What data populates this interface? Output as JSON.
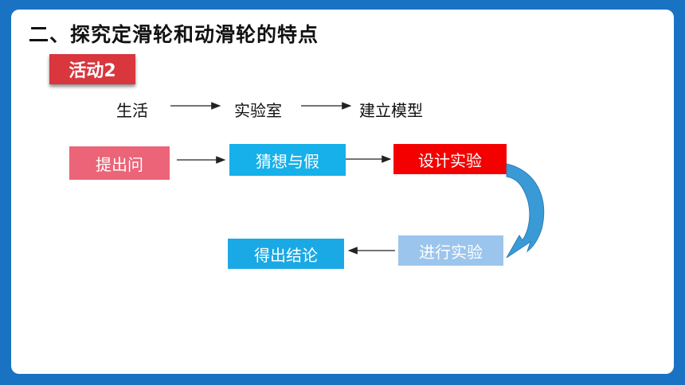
{
  "title": "二、探究定滑轮和动滑轮的特点",
  "badge": "活动2",
  "steps": [
    "生活",
    "实验室",
    "建立模型"
  ],
  "flow": {
    "box1": "提出问",
    "box2": "猜想与假",
    "box3": "设计实验",
    "box4": "进行实验",
    "box5": "得出结论"
  },
  "colors": {
    "background": "#1a73c2",
    "badge": "#d9363e",
    "box1": "#eb6478",
    "box2": "#16b0ea",
    "box3": "#f50000",
    "box4": "#9bc5ec",
    "box5": "#1aa9e5",
    "curved_arrow": "#3a9ad6"
  }
}
